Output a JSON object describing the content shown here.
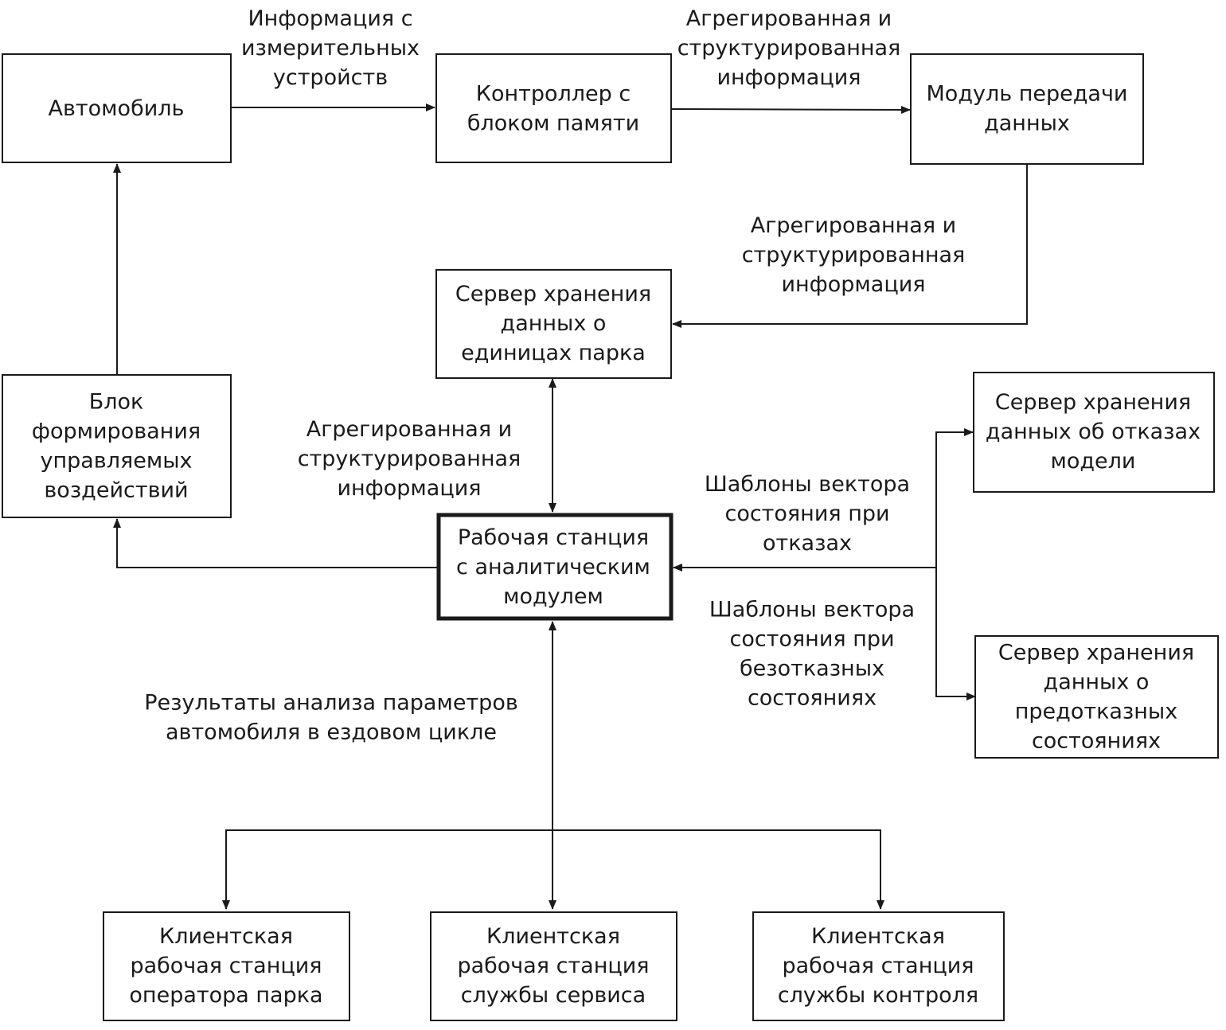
{
  "nodes": {
    "car": {
      "lines": [
        "Автомобиль"
      ]
    },
    "controller": {
      "lines": [
        "Контроллер с",
        "блоком памяти"
      ]
    },
    "transmitter": {
      "lines": [
        "Модуль передачи",
        "данных"
      ]
    },
    "fleet_server": {
      "lines": [
        "Сервер хранения",
        "данных о",
        "единицах парка"
      ]
    },
    "control_block": {
      "lines": [
        "Блок",
        "формирования",
        "управляемых",
        "воздействий"
      ]
    },
    "workstation": {
      "lines": [
        "Рабочая станция",
        "с аналитическим",
        "модулем"
      ]
    },
    "failure_server": {
      "lines": [
        "Сервер хранения",
        "данных об отказах",
        "модели"
      ]
    },
    "prefailure_server": {
      "lines": [
        "Сервер хранения",
        "данных о",
        "предотказных",
        "состояниях"
      ]
    },
    "client_operator": {
      "lines": [
        "Клиентская",
        "рабочая станция",
        "оператора парка"
      ]
    },
    "client_service": {
      "lines": [
        "Клиентская",
        "рабочая станция",
        "службы сервиса"
      ]
    },
    "client_control": {
      "lines": [
        "Клиентская",
        "рабочая станция",
        "службы контроля"
      ]
    }
  },
  "edge_labels": {
    "car_to_controller": {
      "lines": [
        "Информация с",
        "измерительных",
        "устройств"
      ]
    },
    "controller_to_transmitter": {
      "lines": [
        "Агрегированная и",
        "структурированная",
        "информация"
      ]
    },
    "transmitter_to_fleet_server": {
      "lines": [
        "Агрегированная и",
        "структурированная",
        "информация"
      ]
    },
    "fleet_server_workstation": {
      "lines": [
        "Агрегированная и",
        "структурированная",
        "информация"
      ]
    },
    "failure_templates": {
      "lines": [
        "Шаблоны вектора",
        "состояния при",
        "отказах"
      ]
    },
    "nonfailure_templates": {
      "lines": [
        "Шаблоны вектора",
        "состояния при",
        "безотказных",
        "состояниях"
      ]
    },
    "analysis_results": {
      "lines": [
        "Результаты анализа параметров",
        "автомобиля в ездовом цикле"
      ]
    }
  },
  "colors": {
    "stroke": "#1a1a1a",
    "background": "#ffffff"
  }
}
